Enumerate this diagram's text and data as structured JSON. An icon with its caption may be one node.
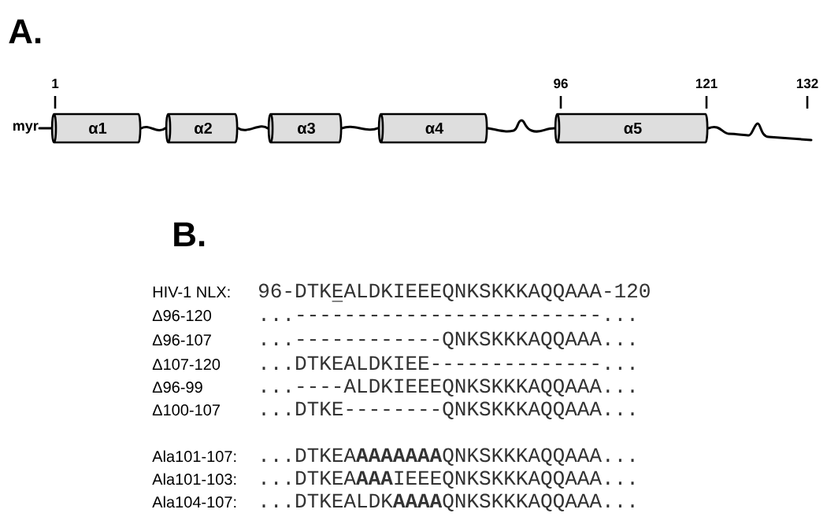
{
  "diagram": {
    "nodes": [
      {
        "text": [
          "myr"
        ]
      },
      {
        "text": [
          "α1"
        ]
      },
      {
        "text": [
          "α2"
        ]
      },
      {
        "text": [
          "α3"
        ]
      },
      {
        "text": [
          "α4"
        ]
      },
      {
        "text": [
          "α5"
        ]
      }
    ],
    "edges": [
      {
        "from": 0,
        "to": 1,
        "arrow": "none"
      },
      {
        "from": 1,
        "to": 2,
        "arrow": "none"
      },
      {
        "from": 2,
        "to": 3,
        "arrow": "none"
      },
      {
        "from": 3,
        "to": 4,
        "arrow": "none"
      },
      {
        "from": 4,
        "to": 5,
        "arrow": "none"
      },
      {
        "from": 5,
        "to": null,
        "arrow": "none"
      }
    ],
    "labels": [
      "A.",
      "1",
      "96",
      "121",
      "132",
      "B.",
      "HIV-1 NLX:",
      "96-DTKEALDKIEEEQNKSKKKAQQAAA-120",
      "Δ96-120",
      "...-------------------------...",
      "Δ96-107",
      "...------------QNKSKKKAQQAAA...",
      "Δ107-120",
      "...DTKEALDKIEE--------------...",
      "Δ96-99",
      "...----ALDKIEEEQNKSKKKAQQAAA...",
      "Δ100-107",
      "...DTKE--------QNKSKKKAQQAAA...",
      "Ala101-107:",
      "...DTKEA**AAAAAAA**QNKSKKKAQQAAA...",
      "Ala101-103:",
      "...DTKEA**AAA**IEEEQNKSKKKAQQAAA...",
      "Ala104-107:",
      "...DTKEALDK**AAAA**QNKSKKKAQQAAA..."
    ]
  }
}
